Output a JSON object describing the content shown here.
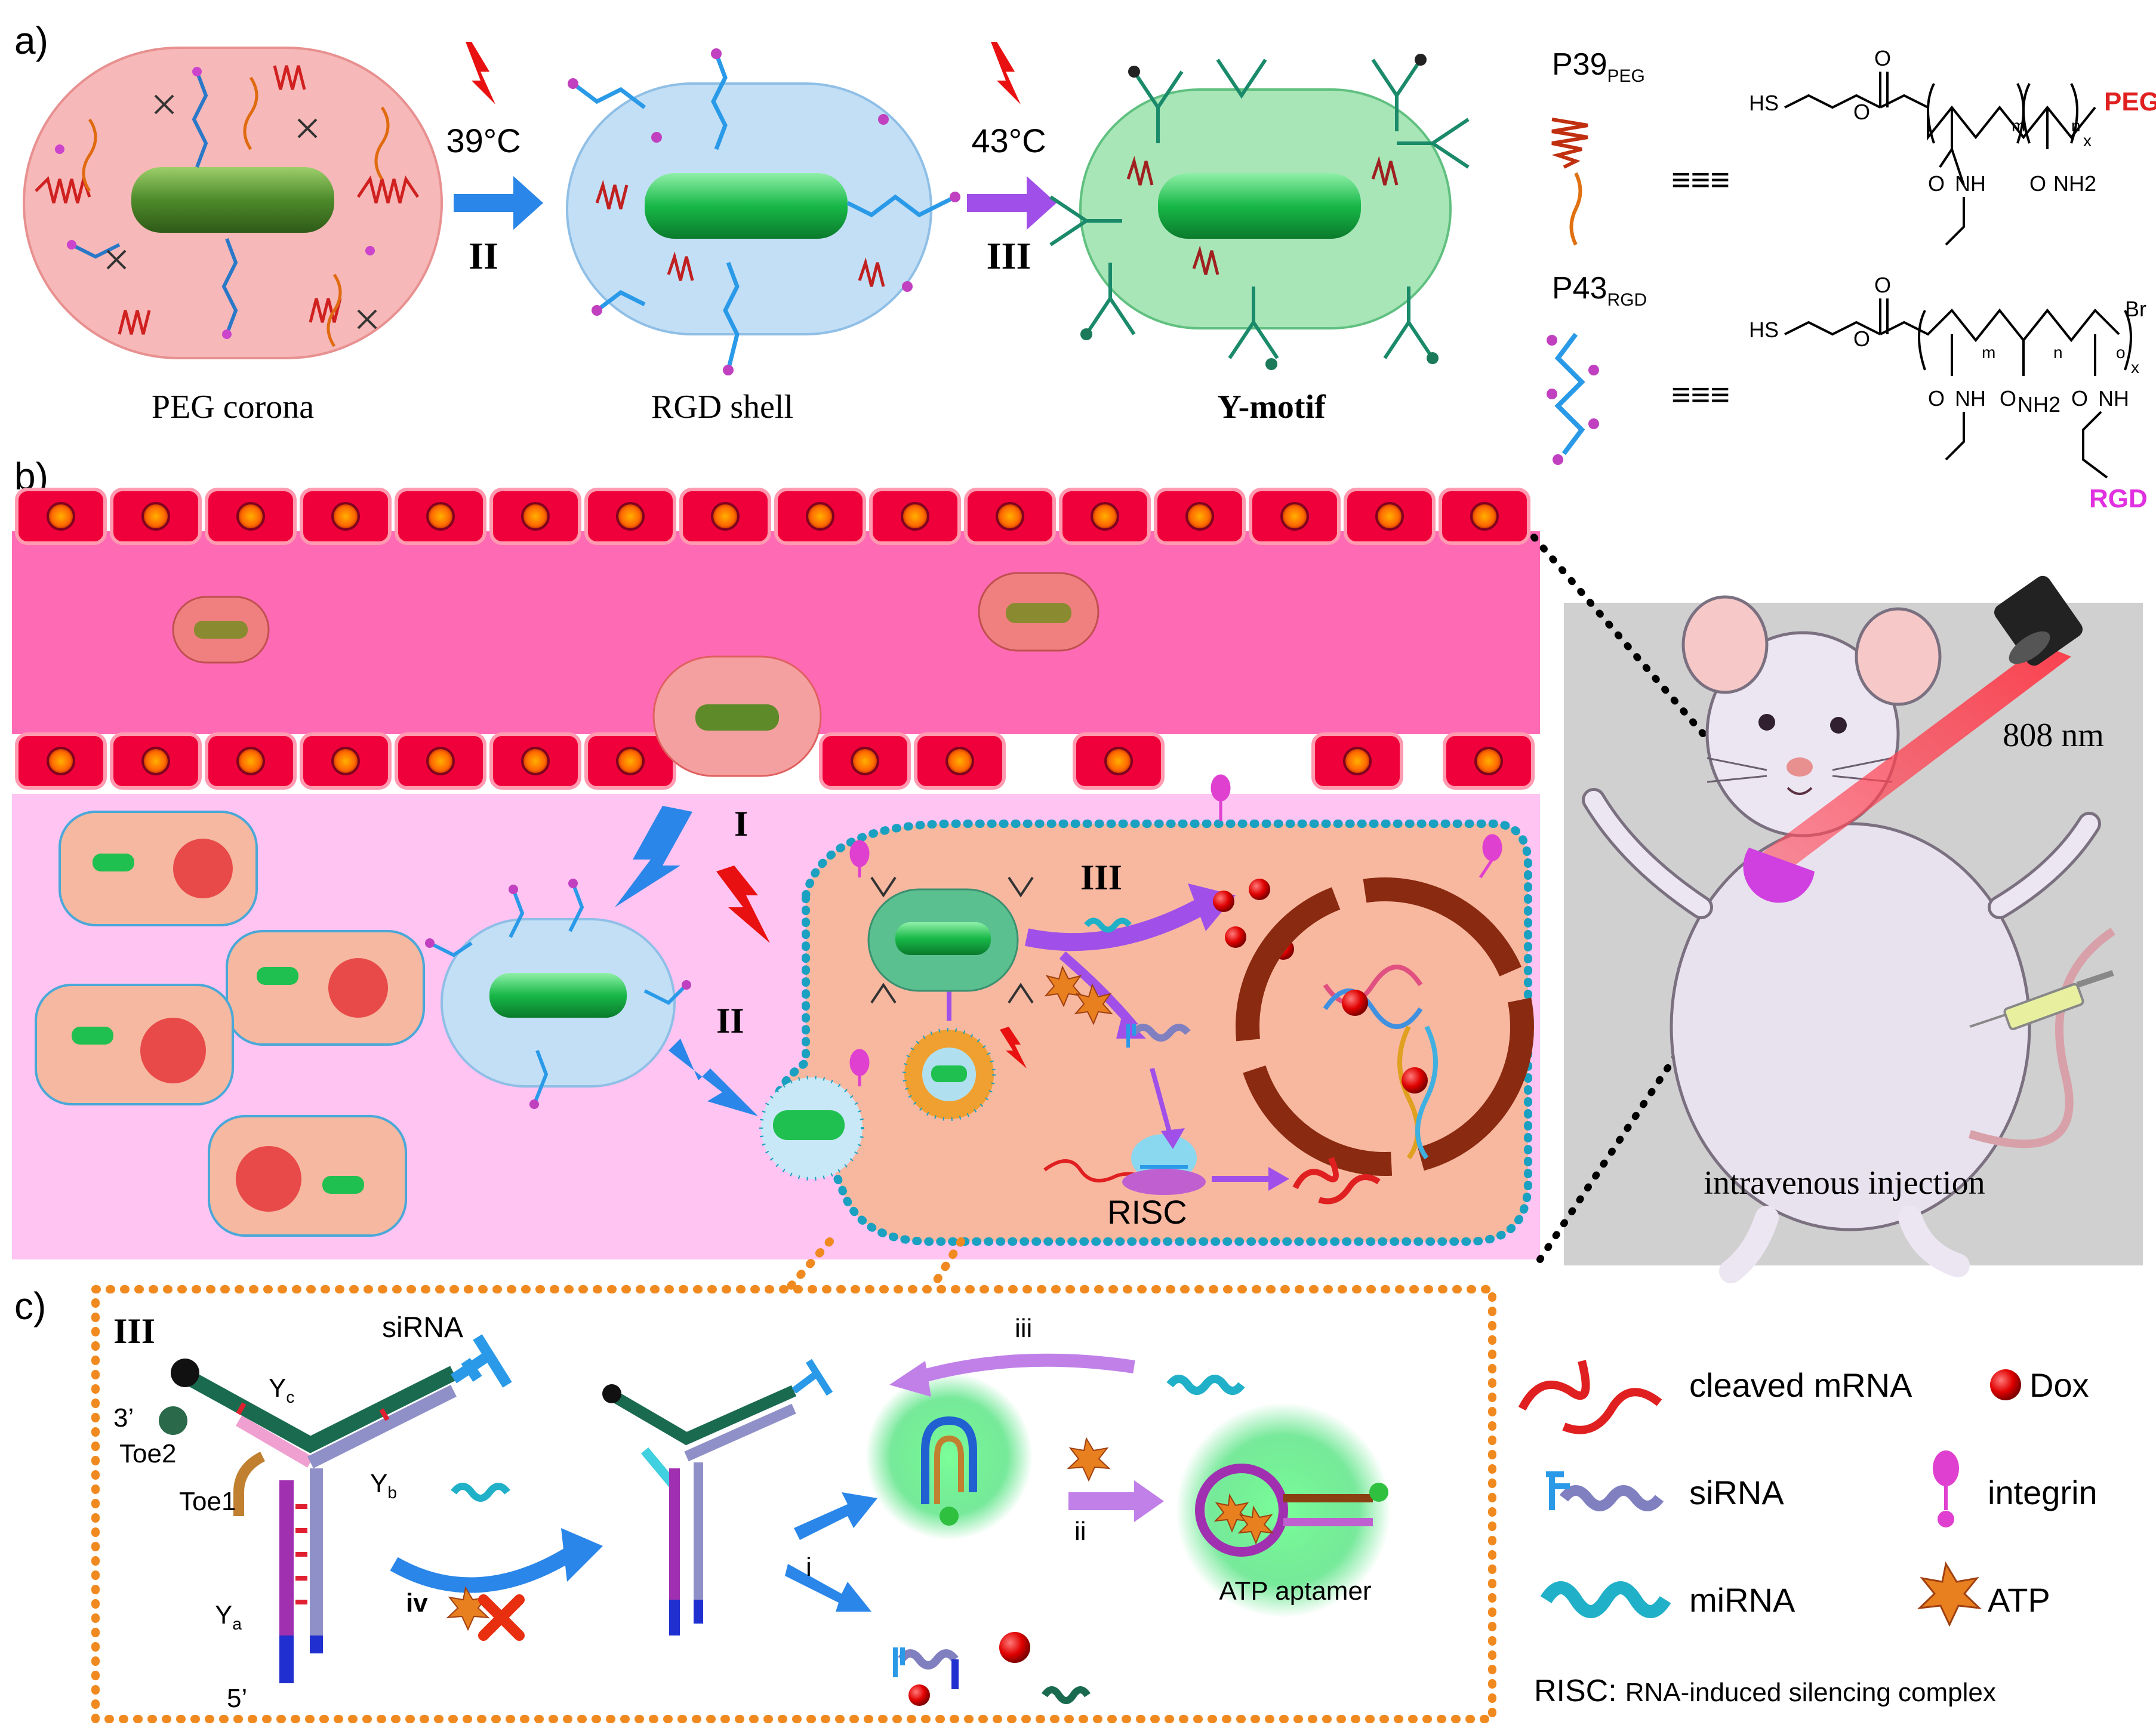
{
  "panels": {
    "a": "a)",
    "b": "b)",
    "c": "c)"
  },
  "panel_a": {
    "stage1_label": "PEG corona",
    "stage2_label": "RGD shell",
    "stage3_label": "Y-motif",
    "step1_temp": "39°C",
    "step1_roman": "II",
    "step2_temp": "43°C",
    "step2_roman": "III",
    "polymer1_name": "P39",
    "polymer1_sub": "PEG",
    "polymer1_end": "PEG",
    "polymer2_name": "P43",
    "polymer2_sub": "RGD",
    "polymer2_end": "RGD",
    "struct": {
      "hs": "HS",
      "o": "O",
      "nh": "NH",
      "nh2": "NH2",
      "m": "m",
      "n": "n",
      "o_sub": "o",
      "x": "x",
      "br": "Br",
      "equiv": "≡≡≡"
    }
  },
  "panel_b": {
    "roman_I": "I",
    "roman_II": "II",
    "roman_III": "III",
    "risc": "RISC",
    "laser": "808 nm",
    "injection": "intravenous injection"
  },
  "panel_c": {
    "roman_III": "III",
    "sirna": "siRNA",
    "yc": "Y",
    "yc_sub": "c",
    "yb": "Y",
    "yb_sub": "b",
    "ya": "Y",
    "ya_sub": "a",
    "three_prime": "3’",
    "five_prime": "5’",
    "toe2": "Toe2",
    "toe1": "Toe1",
    "iv": "iv",
    "i": "i",
    "ii": "ii",
    "iii": "iii",
    "aptamer": "ATP aptamer"
  },
  "legend": {
    "cleaved_mrna": "cleaved mRNA",
    "dox": "Dox",
    "sirna": "siRNA",
    "integrin": "integrin",
    "mirna": "miRNA",
    "atp": "ATP",
    "risc_key": "RISC:",
    "risc_desc": "RNA-induced silencing complex"
  },
  "colors": {
    "vessel": "#ff6bb5",
    "tissue": "#ffc2f0",
    "cell": "#f6b8a0",
    "endothelial": "#f0003a",
    "nanorod": "#22c25a",
    "peg_corona": "#f5b3b3",
    "rgd_shell": "#b8d8f2",
    "ymotif_shell": "#a8e6b8",
    "arrow_blue": "#2a86e8",
    "arrow_purple": "#a050e8",
    "lightning": "#e81010",
    "membrane": "#1aa0c0",
    "box_dots": "#f08a20",
    "mouse_panel": "#d0d0d0"
  }
}
